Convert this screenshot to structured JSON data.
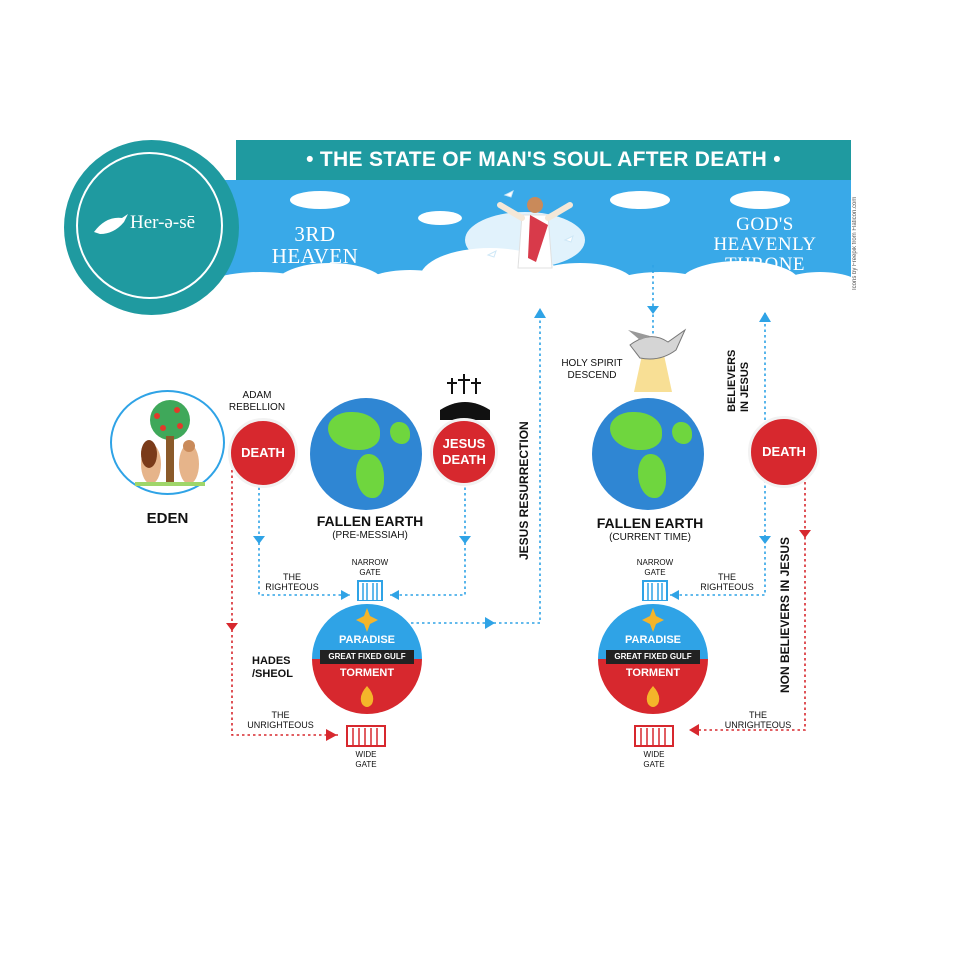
{
  "title": "• THE STATE OF MAN'S SOUL AFTER DEATH •",
  "logo": {
    "text": "Her-ə-sē"
  },
  "credit": "Icons by Freepik from Flaticon.com",
  "heaven": {
    "left_label": "3RD\nHEAVEN",
    "right_label": "GOD'S\nHEAVENLY\nTHRONE"
  },
  "left": {
    "eden_label": "EDEN",
    "rebellion_label": "ADAM\nREBELLION",
    "death_label": "DEATH",
    "earth_label": "FALLEN EARTH",
    "earth_sub": "(PRE-MESSIAH)",
    "jesus_death_label": "JESUS\nDEATH",
    "resurrection_label": "JESUS RESURRECTION",
    "narrow_gate": "NARROW\nGATE",
    "righteous": "THE\nRIGHTEOUS",
    "hades_label": "HADES\n/SHEOL",
    "paradise": "PARADISE",
    "gulf": "GREAT FIXED GULF",
    "torment": "TORMENT",
    "unrighteous": "THE\nUNRIGHTEOUS",
    "wide_gate": "WIDE\nGATE"
  },
  "right": {
    "holy_spirit_label": "HOLY SPIRIT\nDESCEND",
    "earth_label": "FALLEN EARTH",
    "earth_sub": "(CURRENT TIME)",
    "believers_label": "BELIEVERS\nIN JESUS",
    "death_label": "DEATH",
    "non_believers_label": "NON BELIEVERS IN JESUS",
    "narrow_gate": "NARROW\nGATE",
    "righteous": "THE\nRIGHTEOUS",
    "paradise": "PARADISE",
    "gulf": "GREAT FIXED GULF",
    "torment": "TORMENT",
    "unrighteous": "THE\nUNRIGHTEOUS",
    "wide_gate": "WIDE\nGATE"
  },
  "colors": {
    "teal": "#1f9aa0",
    "sky": "#39a9e8",
    "red": "#d7282e",
    "blue_line": "#2fa3e6",
    "red_line": "#d7282e"
  }
}
